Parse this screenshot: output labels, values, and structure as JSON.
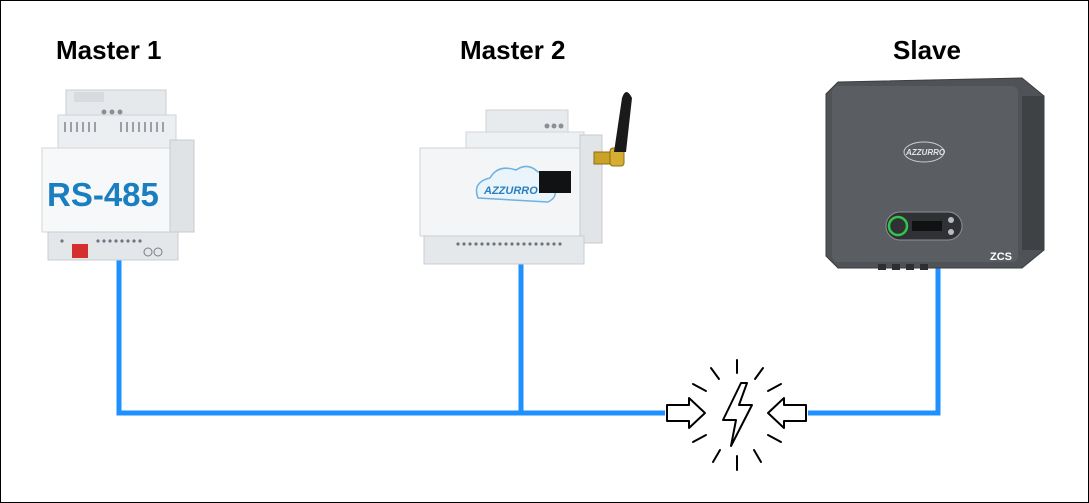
{
  "labels": {
    "master1": "Master 1",
    "master2": "Master 2",
    "slave": "Slave"
  },
  "devices": {
    "master1_print": "RS-485",
    "master2_logo": "AZZURRO",
    "slave_logo": "AZZURRO",
    "slave_brand": "ZCS"
  },
  "colors": {
    "bus_line": "#1e90ff",
    "inverter_body": "#4f5256",
    "module_body": "#eceff1",
    "rs485_text": "#1a7fc0"
  },
  "icons": {
    "conflict": "lightning-bolt-icon",
    "arrows": "arrow-right-icon"
  }
}
